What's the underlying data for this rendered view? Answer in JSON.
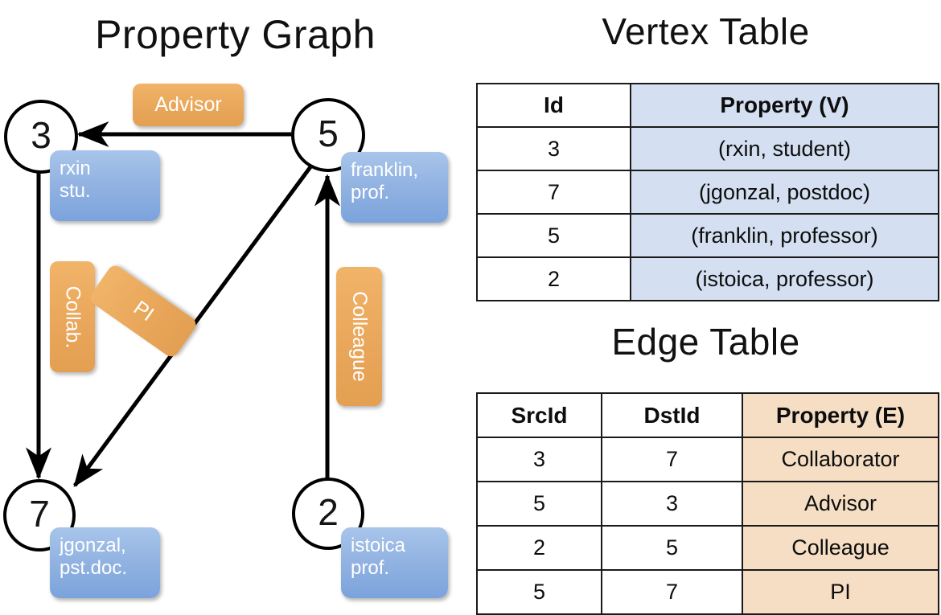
{
  "panels": {
    "graph_title": "Property Graph",
    "vertex_title": "Vertex Table",
    "edge_title": "Edge Table"
  },
  "graph": {
    "nodes": [
      {
        "id": "3",
        "prop_line1": "rxin",
        "prop_line2": "stu."
      },
      {
        "id": "5",
        "prop_line1": "franklin,",
        "prop_line2": "prof."
      },
      {
        "id": "7",
        "prop_line1": "jgonzal,",
        "prop_line2": "pst.doc."
      },
      {
        "id": "2",
        "prop_line1": "istoica",
        "prop_line2": "prof."
      }
    ],
    "edge_labels": {
      "advisor": "Advisor",
      "collab": "Collab.",
      "pi": "PI",
      "colleague": "Colleague"
    }
  },
  "vertex_table": {
    "headers": [
      "Id",
      "Property (V)"
    ],
    "rows": [
      {
        "id": "3",
        "property": "(rxin, student)"
      },
      {
        "id": "7",
        "property": "(jgonzal, postdoc)"
      },
      {
        "id": "5",
        "property": "(franklin, professor)"
      },
      {
        "id": "2",
        "property": "(istoica, professor)"
      }
    ]
  },
  "edge_table": {
    "headers": [
      "SrcId",
      "DstId",
      "Property (E)"
    ],
    "rows": [
      {
        "src": "3",
        "dst": "7",
        "property": "Collaborator"
      },
      {
        "src": "5",
        "dst": "3",
        "property": "Advisor"
      },
      {
        "src": "2",
        "dst": "5",
        "property": "Colleague"
      },
      {
        "src": "5",
        "dst": "7",
        "property": "PI"
      }
    ]
  },
  "colors": {
    "vertex_property_fill": "#d4e0f2",
    "edge_property_fill": "#f5dec4",
    "node_callout": "#8fb2e3",
    "edge_label": "#eaa85c",
    "stroke": "#000000"
  }
}
